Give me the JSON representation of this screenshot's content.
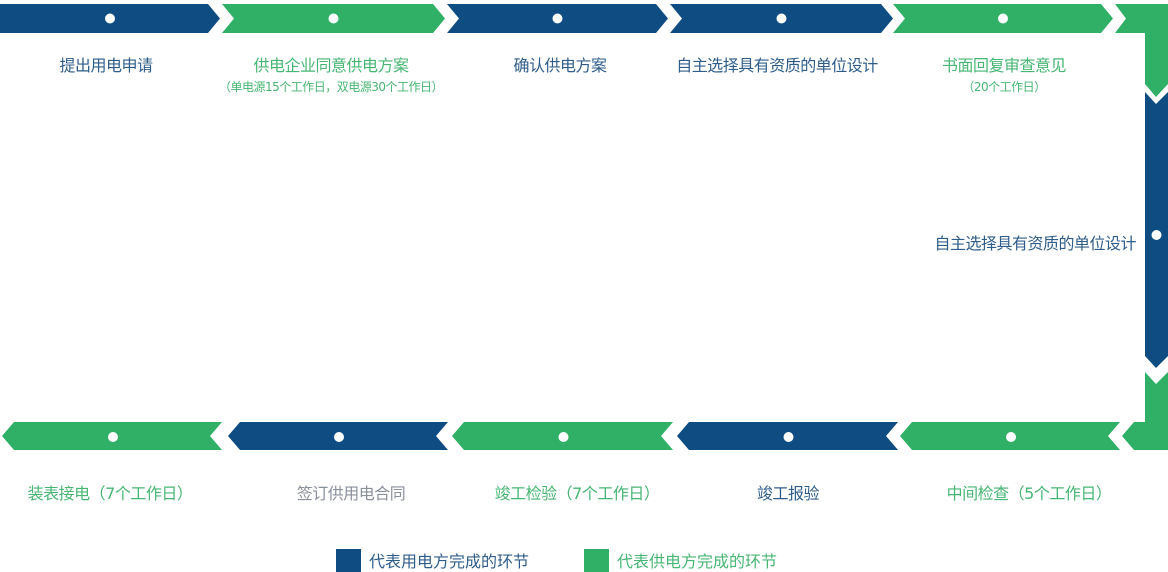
{
  "colors": {
    "user": "#0f4c81",
    "supplier": "#30b066"
  },
  "top_steps": [
    {
      "label": "提出用电申请",
      "sub": "",
      "party": "user"
    },
    {
      "label": "供电企业同意供电方案",
      "sub": "（单电源15个工作日，双电源30个工作日）",
      "party": "supplier"
    },
    {
      "label": "确认供电方案",
      "sub": "",
      "party": "user"
    },
    {
      "label": "自主选择具有资质的单位设计",
      "sub": "",
      "party": "user"
    },
    {
      "label": "书面回复审查意见",
      "sub": "（20个工作日）",
      "party": "supplier"
    }
  ],
  "side_step": {
    "label": "自主选择具有资质的单位设计",
    "party": "user"
  },
  "bottom_steps": [
    {
      "label": "装表接电（7个工作日）",
      "party": "supplier"
    },
    {
      "label": "签订供用电合同",
      "party": "user"
    },
    {
      "label": "竣工检验（7个工作日）",
      "party": "supplier"
    },
    {
      "label": "竣工报验",
      "party": "user"
    },
    {
      "label": "中间检查（5个工作日）",
      "party": "supplier"
    }
  ],
  "legend": {
    "user": "代表用电方完成的环节",
    "supplier": "代表供电方完成的环节"
  }
}
